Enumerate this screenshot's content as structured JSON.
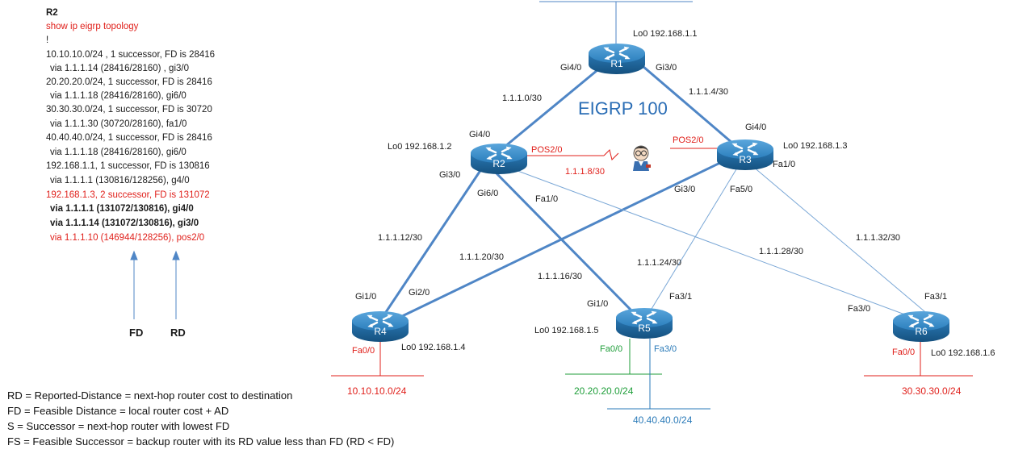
{
  "title": "EIGRP 100",
  "cli": {
    "device": "R2",
    "command": "show ip eigrp topology",
    "sep": "!",
    "lines": [
      "10.10.10.0/24  ,  1 successor,  FD is 28416",
      "via 1.1.1.14  (28416/28160)  , gi3/0",
      "20.20.20.0/24,   1 successor,  FD is 28416",
      "via 1.1.1.18  (28416/28160),   gi6/0",
      "30.30.30.0/24,   1 successor,  FD is 30720",
      "via 1.1.1.30  (30720/28160),   fa1/0",
      "40.40.40.0/24,   1 successor,  FD is 28416",
      "via 1.1.1.18  (28416/28160),   gi6/0",
      "192.168.1.1,   1 successor,  FD is 130816",
      "via 1.1.1.1  (130816/128256),   g4/0",
      "192.168.1.3,   2 successor,  FD is 131072",
      "via 1.1.1.1  (131072/130816),    gi4/0",
      "via 1.1.1.14  (131072/130816),    gi3/0",
      "via 1.1.1.10  (146944/128256),    pos2/0"
    ],
    "fd_label": "FD",
    "rd_label": "RD"
  },
  "legend": [
    "RD = Reported-Distance = next-hop router cost to destination",
    "FD = Feasible Distance = local router cost + AD",
    "S = Successor = next-hop router  with lowest FD",
    "FS = Feasible Successor = backup router with  its RD value less than FD  (RD < FD)"
  ],
  "routers": {
    "r1": {
      "name": "R1",
      "loopback": "Lo0 192.168.1.1"
    },
    "r2": {
      "name": "R2",
      "loopback": "Lo0 192.168.1.2"
    },
    "r3": {
      "name": "R3",
      "loopback": "Lo0 192.168.1.3"
    },
    "r4": {
      "name": "R4",
      "loopback": "Lo0 192.168.1.4"
    },
    "r5": {
      "name": "R5",
      "loopback": "Lo0 192.168.1.5"
    },
    "r6": {
      "name": "R6",
      "loopback": "Lo0 192.168.1.6"
    }
  },
  "interfaces": {
    "r1_gi40": "Gi4/0",
    "r1_gi30": "Gi3/0",
    "r2_gi40": "Gi4/0",
    "r2_pos20": "POS2/0",
    "r2_gi30": "Gi3/0",
    "r2_gi60": "Gi6/0",
    "r2_fa10": "Fa1/0",
    "r3_gi40": "Gi4/0",
    "r3_pos20": "POS2/0",
    "r3_fa10": "Fa1/0",
    "r3_gi30": "Gi3/0",
    "r3_fa50": "Fa5/0",
    "r4_gi10": "Gi1/0",
    "r4_gi20": "Gi2/0",
    "r4_fa00": "Fa0/0",
    "r5_gi10": "Gi1/0",
    "r5_fa31": "Fa3/1",
    "r5_fa00": "Fa0/0",
    "r5_fa30": "Fa3/0",
    "r6_fa30": "Fa3/0",
    "r6_fa31": "Fa3/1",
    "r6_fa00": "Fa0/0"
  },
  "subnets": {
    "l_1_0": "1.1.1.0/30",
    "l_1_4": "1.1.1.4/30",
    "l_1_8": "1.1.1.8/30",
    "l_1_12": "1.1.1.12/30",
    "l_1_16": "1.1.1.16/30",
    "l_1_20": "1.1.1.20/30",
    "l_1_24": "1.1.1.24/30",
    "l_1_28": "1.1.1.28/30",
    "l_1_32": "1.1.1.32/30"
  },
  "lans": {
    "n10": "10.10.10.0/24",
    "n20": "20.20.20.0/24",
    "n30": "30.30.30.0/24",
    "n40": "40.40.40.0/24"
  },
  "colors": {
    "router_body": "#1f6fa8",
    "router_top": "#3d8fcc",
    "link_thick": "#4f86c6",
    "link_thin": "#7aa7d6",
    "red": "#e0201b",
    "green": "#1f9e3a",
    "blue": "#2a7ab8"
  }
}
